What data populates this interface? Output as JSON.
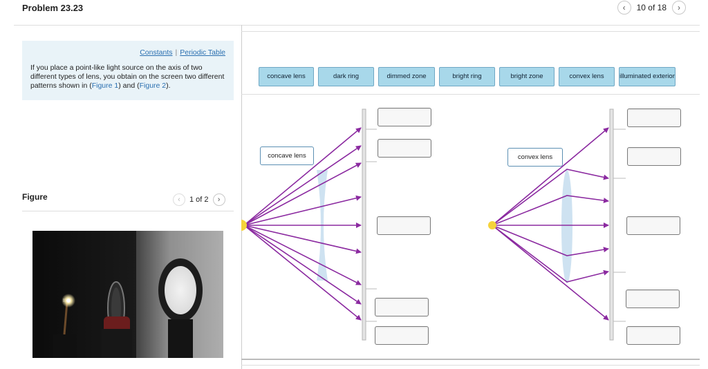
{
  "header": {
    "title": "Problem 23.23",
    "page_indicator": "10 of 18"
  },
  "info": {
    "link_constants": "Constants",
    "link_separator": "|",
    "link_periodic": "Periodic Table",
    "text_before": "If you place a point-like light source on the axis of two different types of lens, you obtain on the screen two different patterns shown in (",
    "fig1": "Figure 1",
    "text_mid": ") and (",
    "fig2": "Figure 2",
    "text_end": ")."
  },
  "figure": {
    "label": "Figure",
    "page": "1 of 2"
  },
  "label_bank": [
    "concave lens",
    "dark ring",
    "dimmed zone",
    "bright ring",
    "bright zone",
    "convex lens",
    "illuminated exterior"
  ],
  "placed_labels": {
    "left": "concave lens",
    "right": "convex lens"
  },
  "colors": {
    "ray": "#8b2aa0",
    "lens": "#c9dff0",
    "chip": "#a8d8ea",
    "source": "#f5d33a"
  }
}
